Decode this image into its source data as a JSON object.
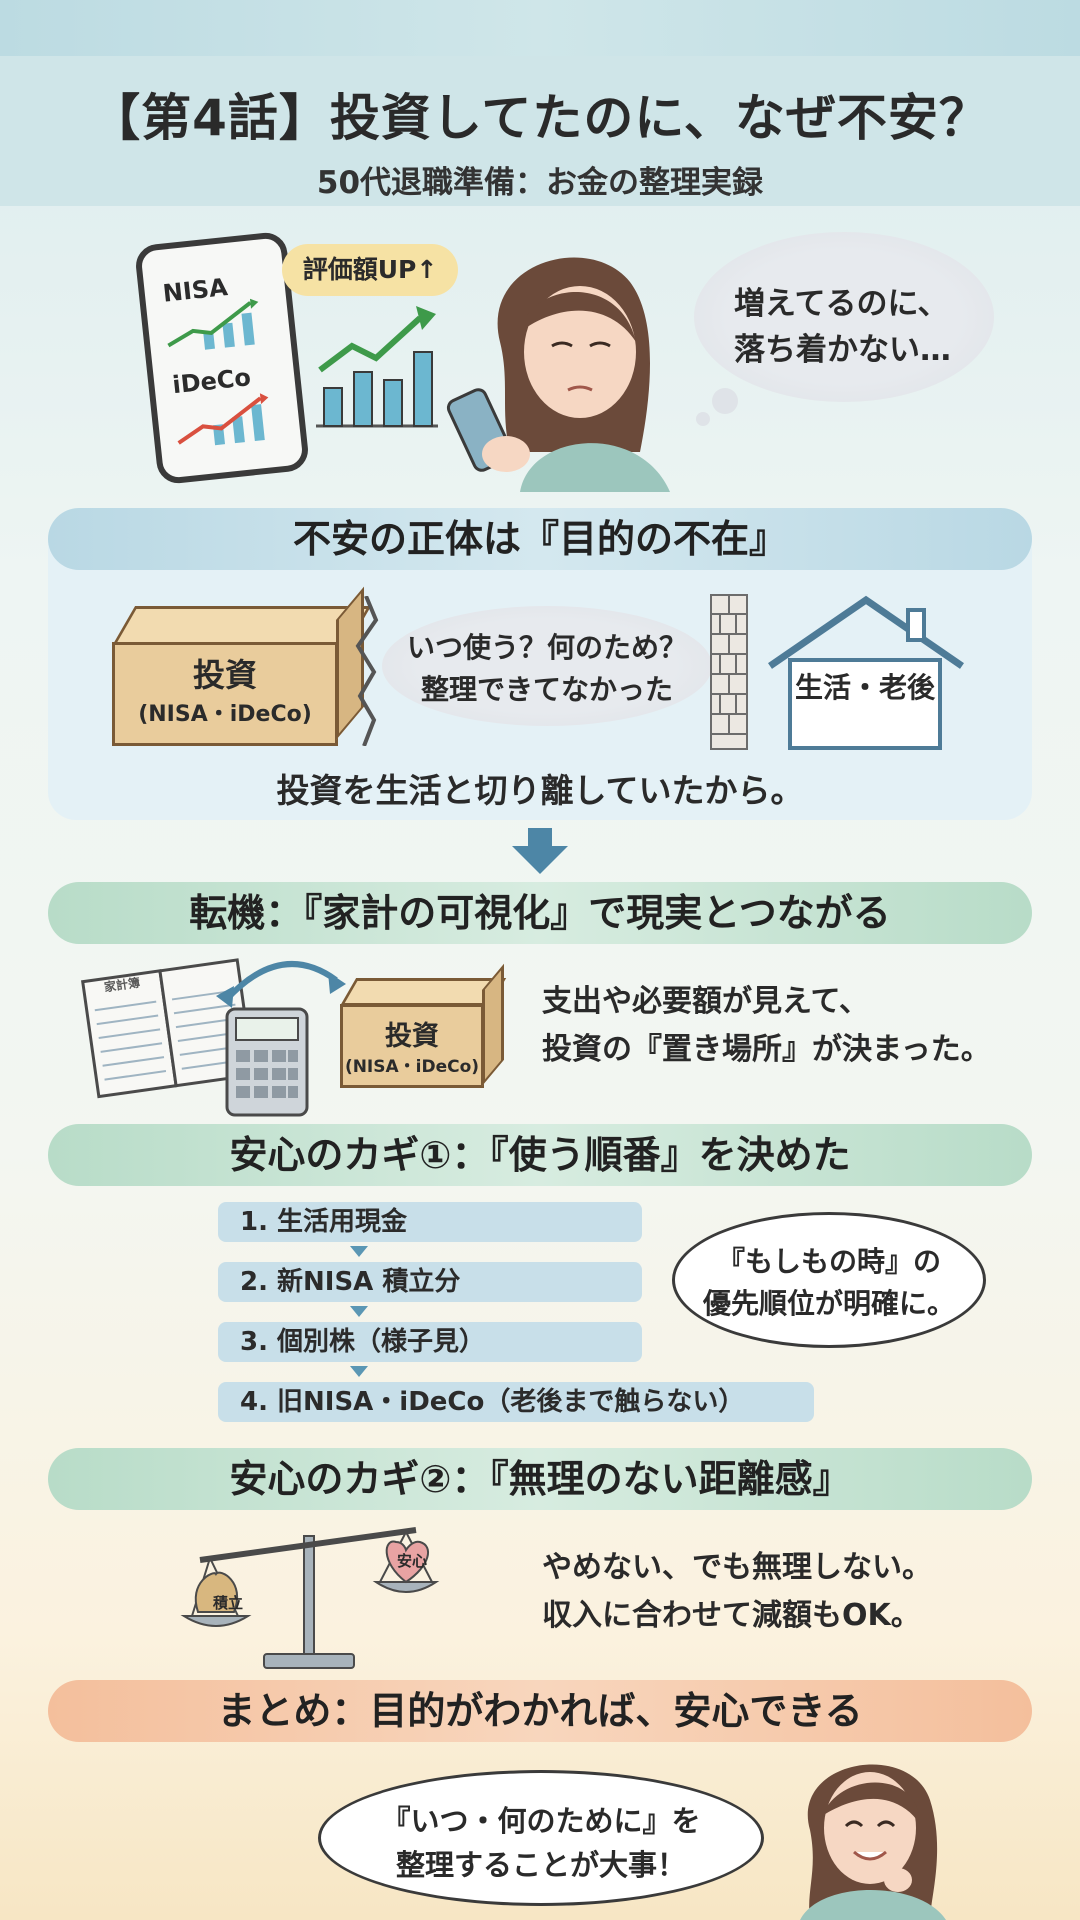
{
  "header": {
    "title": "【第4話】投資してたのに、なぜ不安？",
    "subtitle": "50代退職準備：お金の整理実録"
  },
  "intro": {
    "phone_label_1": "NISA",
    "phone_label_2": "iDeCo",
    "value_badge": "評価額UP↑",
    "thought_line1": "増えてるのに、",
    "thought_line2": "落ち着かない…"
  },
  "section1": {
    "heading": "不安の正体は『目的の不在』",
    "box_title": "投資",
    "box_sub": "(NISA・iDeCo)",
    "cloud_line1": "いつ使う？何のため？",
    "cloud_line2": "整理できてなかった",
    "house_label": "生活・老後",
    "conclusion": "投資を生活と切り離していたから。"
  },
  "section2": {
    "heading": "転機：『家計の可視化』で現実とつながる",
    "book_label": "家計簿",
    "box_title": "投資",
    "box_sub": "(NISA・iDeCo)",
    "line1": "支出や必要額が見えて、",
    "line2": "投資の『置き場所』が決まった。"
  },
  "section3": {
    "heading": "安心のカギ①：『使う順番』を決めた",
    "steps": [
      "1. 生活用現金",
      "2. 新NISA 積立分",
      "3. 個別株（様子見）",
      "4. 旧NISA・iDeCo（老後まで触らない）"
    ],
    "bubble_line1": "『もしもの時』の",
    "bubble_line2": "優先順位が明確に。"
  },
  "section4": {
    "heading": "安心のカギ②：『無理のない距離感』",
    "bag_label": "積立",
    "heart_label": "安心",
    "line1": "やめない、でも無理しない。",
    "line2": "収入に合わせて減額もOK。"
  },
  "summary": {
    "heading": "まとめ：目的がわかれば、安心できる",
    "bubble_line1": "『いつ・何のために』を",
    "bubble_line2": "整理することが大事！"
  },
  "colors": {
    "accent_blue": "#5b97b4",
    "chart_green": "#3e9a4a",
    "chart_red": "#d9503f",
    "box_tan": "#e9cc9c"
  }
}
